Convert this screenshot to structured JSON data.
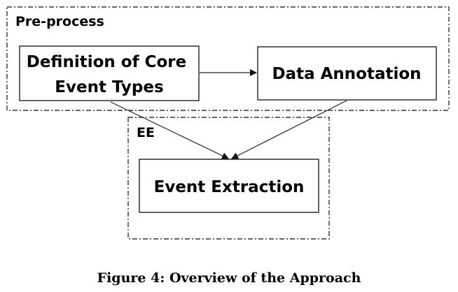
{
  "groups": {
    "preprocess": {
      "label": "Pre-process"
    },
    "ee": {
      "label": "EE"
    }
  },
  "nodes": {
    "core_event_types": {
      "lines": [
        "Definition of Core",
        "Event Types"
      ]
    },
    "data_annotation": {
      "lines": [
        "Data Annotation"
      ]
    },
    "event_extraction": {
      "lines": [
        "Event Extraction"
      ]
    }
  },
  "edges": [
    {
      "from": "Definition of Core Event Types",
      "to": "Data Annotation"
    },
    {
      "from": "Definition of Core Event Types",
      "to": "Event Extraction"
    },
    {
      "from": "Data Annotation",
      "to": "Event Extraction"
    }
  ],
  "caption": "Figure 4: Overview of the Approach"
}
